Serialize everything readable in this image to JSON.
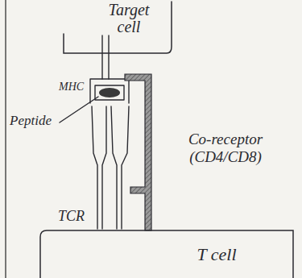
{
  "diagram": {
    "nodes": [
      {
        "text": [
          "Target cell"
        ]
      },
      {
        "text": [
          "T cell"
        ]
      }
    ],
    "labels": [
      "MHC",
      "Peptide",
      "Co-receptor (CD4/CD8)",
      "TCR"
    ]
  }
}
